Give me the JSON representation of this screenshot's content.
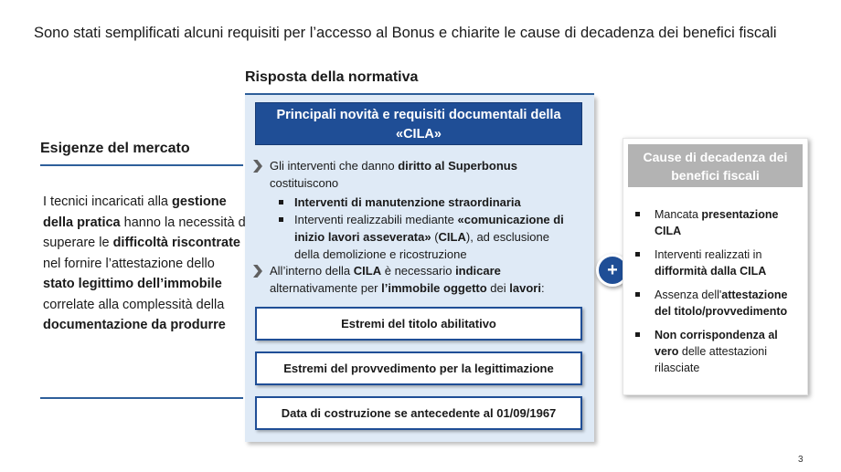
{
  "title": "Sono stati semplificati alcuni requisiti per l’accesso al Bonus e chiarite le cause di decadenza dei benefici fiscali",
  "left": {
    "heading": "Esigenze del mercato",
    "body": [
      {
        "t": "I tecnici incaricati alla ",
        "b": false
      },
      {
        "t": "gestione della pratica",
        "b": true
      },
      {
        "t": " hanno la necessità di superare le ",
        "b": false
      },
      {
        "t": "difficoltà riscontrate",
        "b": true
      },
      {
        "t": " nel fornire l’attestazione dello ",
        "b": false
      },
      {
        "t": "stato legittimo dell’immobile",
        "b": true
      },
      {
        "t": " correlate alla complessità della ",
        "b": false
      },
      {
        "t": "documentazione da produrre",
        "b": true
      }
    ]
  },
  "middle": {
    "heading": "Risposta della normativa",
    "banner": "Principali novità e requisiti documentali della «CILA»",
    "bullet1": [
      {
        "t": "Gli interventi che danno ",
        "b": false
      },
      {
        "t": "diritto al Superbonus",
        "b": true
      },
      {
        "t": " costituiscono",
        "b": false
      }
    ],
    "sub_items": [
      [
        {
          "t": "Interventi di manutenzione straordinaria",
          "b": true
        }
      ],
      [
        {
          "t": "Interventi realizzabili mediante ",
          "b": false
        },
        {
          "t": "«comunicazione di inizio lavori asseverata»",
          "b": true
        },
        {
          "t": " (",
          "b": false
        },
        {
          "t": "CILA",
          "b": true
        },
        {
          "t": "), ad esclusione della demolizione e ricostruzione",
          "b": false
        }
      ]
    ],
    "bullet2": [
      {
        "t": "All’interno della ",
        "b": false
      },
      {
        "t": "CILA",
        "b": true
      },
      {
        "t": " è necessario ",
        "b": false
      },
      {
        "t": "indicare",
        "b": true
      },
      {
        "t": " alternativamente per ",
        "b": false
      },
      {
        "t": "l’immobile oggetto",
        "b": true
      },
      {
        "t": " dei ",
        "b": false
      },
      {
        "t": "lavori",
        "b": true
      },
      {
        "t": ":",
        "b": false
      }
    ],
    "boxes": [
      "Estremi del titolo abilitativo",
      "Estremi del provvedimento per la legittimazione",
      "Data di costruzione se antecedente al 01/09/1967"
    ]
  },
  "plus_symbol": "+",
  "right": {
    "banner": "Cause di decadenza dei benefici fiscali",
    "items": [
      [
        {
          "t": "Mancata ",
          "b": false
        },
        {
          "t": "presentazione CILA",
          "b": true
        }
      ],
      [
        {
          "t": "Interventi realizzati in ",
          "b": false
        },
        {
          "t": "difformità dalla CILA",
          "b": true
        }
      ],
      [
        {
          "t": "Assenza dell'",
          "b": false
        },
        {
          "t": "attestazione del titolo/provvedimento",
          "b": true
        }
      ],
      [
        {
          "t": "Non corrispondenza al vero",
          "b": true
        },
        {
          "t": " delle attestazioni rilasciate",
          "b": false
        }
      ]
    ]
  },
  "page_number": "3",
  "colors": {
    "accent_blue": "#1f4e96",
    "panel_bg": "#dfeaf6",
    "gray_banner": "#b3b3b3"
  }
}
